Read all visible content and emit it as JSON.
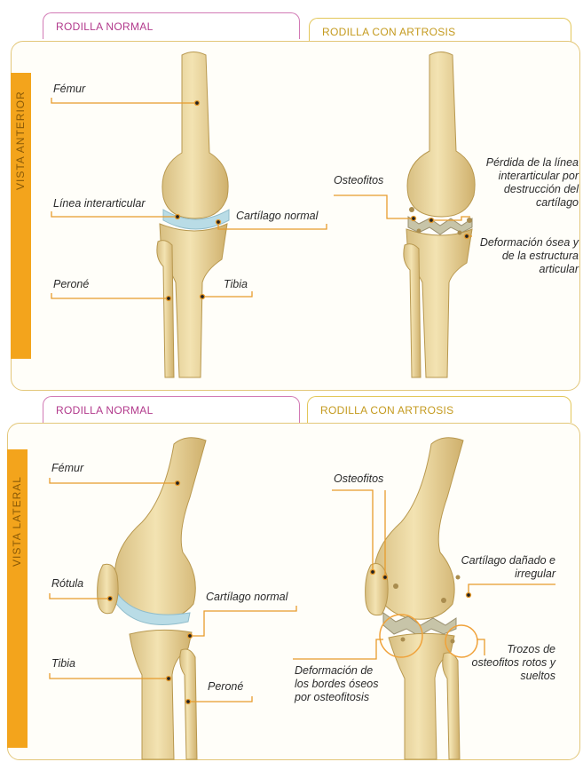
{
  "sections": {
    "anterior": {
      "side_label": "VISTA ANTERIOR",
      "tab_normal": "RODILLA NORMAL",
      "tab_artrosis": "RODILLA CON ARTROSIS",
      "labels": {
        "femur": "Fémur",
        "linea": "Línea interarticular",
        "cartilago": "Cartílago normal",
        "perone": "Peroné",
        "tibia": "Tibia",
        "osteofitos": "Osteofitos",
        "perdida": "Pérdida de la línea interarticular por destrucción del cartílago",
        "deformacion": "Deformación ósea y de la estructura articular"
      }
    },
    "lateral": {
      "side_label": "VISTA LATERAL",
      "tab_normal": "RODILLA NORMAL",
      "tab_artrosis": "RODILLA CON ARTROSIS",
      "labels": {
        "femur": "Fémur",
        "rotula": "Rótula",
        "cartilago": "Cartílago normal",
        "tibia": "Tibia",
        "perone": "Peroné",
        "osteofitos": "Osteofitos",
        "danado": "Cartílago dañado e irregular",
        "trozos": "Trozos de osteofitos rotos y sueltos",
        "bordes": "Deformación de los bordes óseos por osteofitosis"
      }
    }
  },
  "colors": {
    "bone": "#efdba4",
    "bone_shadow": "#d6bd7c",
    "cartilage": "#b9dce6",
    "sidebar": "#f3a41c",
    "leader": "#e79b2c"
  }
}
